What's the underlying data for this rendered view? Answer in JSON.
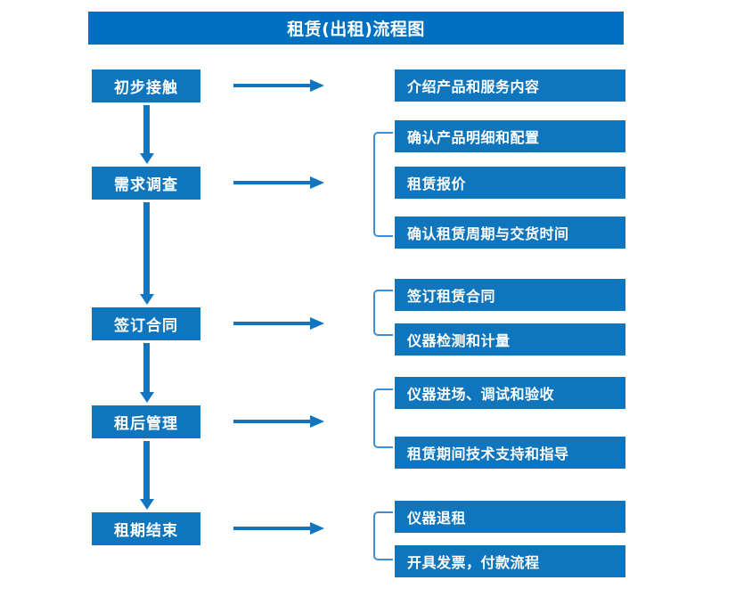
{
  "diagram": {
    "title": "租赁(出租)流程图",
    "colors": {
      "title_bar": "#0070c0",
      "box": "#0f75bd",
      "arrow": "#1176bf",
      "bracket": "#3f8fd0",
      "text": "#ffffff",
      "background": "#ffffff"
    },
    "stages": [
      {
        "label": "初步接触"
      },
      {
        "label": "需求调查"
      },
      {
        "label": "签订合同"
      },
      {
        "label": "租后管理"
      },
      {
        "label": "租期结束"
      }
    ],
    "details": [
      {
        "label": "介绍产品和服务内容"
      },
      {
        "label": "确认产品明细和配置"
      },
      {
        "label": "租赁报价"
      },
      {
        "label": "确认租赁周期与交货时间"
      },
      {
        "label": "签订租赁合同"
      },
      {
        "label": "仪器检测和计量"
      },
      {
        "label": "仪器进场、调试和验收"
      },
      {
        "label": "租赁期间技术支持和指导"
      },
      {
        "label": "仪器退租"
      },
      {
        "label": "开具发票，付款流程"
      }
    ]
  }
}
